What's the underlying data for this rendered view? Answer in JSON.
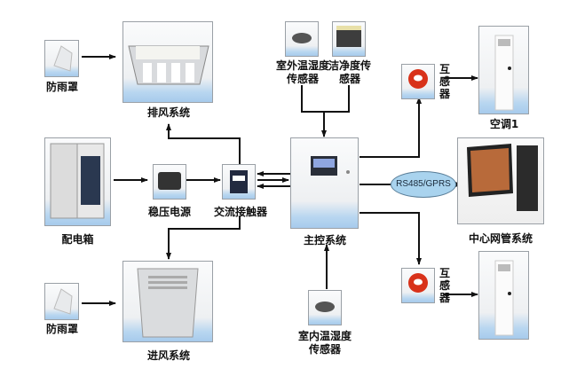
{
  "nodes": {
    "rain_cover_top": "防雨罩",
    "exhaust_system": "排风系统",
    "outdoor_th_sensor": "室外温湿度传感器",
    "outdoor_th_sensor_l1": "室外温湿度",
    "outdoor_th_sensor_l2": "传感器",
    "cleanliness_sensor_l1": "洁净度传",
    "cleanliness_sensor_l2": "感器",
    "ct_top": "互感器",
    "air_conditioner_1": "空调1",
    "distribution_box": "配电箱",
    "regulated_power": "稳压电源",
    "ac_contactor": "交流接触器",
    "main_control": "主控系统",
    "central_management": "中心网管系统",
    "rain_cover_bottom": "防雨罩",
    "intake_system": "进风系统",
    "indoor_th_sensor_l1": "室内温湿度",
    "indoor_th_sensor_l2": "传感器",
    "ct_bottom": "互感器"
  },
  "link_label": "RS485/GPRS",
  "colors": {
    "line": "#111111",
    "ellipse_fill": "#a9d3ee",
    "ct_red": "#d8321a",
    "node_border": "#9aa0a6"
  }
}
